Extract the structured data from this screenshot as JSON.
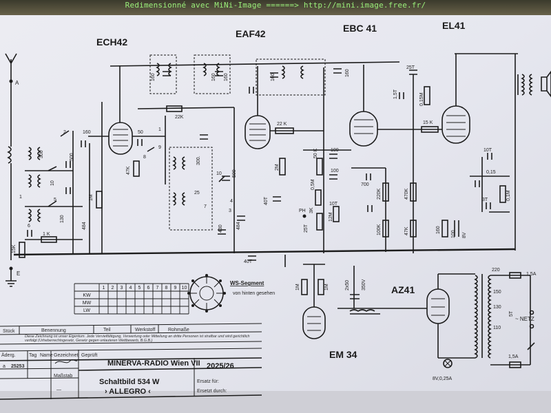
{
  "watermark": "Redimensionné avec MiNi-Image ======> http://mini.image.free.fr/",
  "tubes": {
    "ech42": "ECH42",
    "eaf42": "EAF42",
    "ebc41": "EBC 41",
    "el41": "EL41",
    "em34": "EM 34",
    "az41": "AZ41"
  },
  "labels": {
    "antenna": "A",
    "earth": "E",
    "netz": "~ NETZ",
    "ws_segment": "WS-Segment",
    "ws_note": "von hinten gesehen",
    "fuse1": "1,5A",
    "fuse2": "1,5A",
    "pilot": "8V,0,25A",
    "ph": "PH"
  },
  "components": {
    "c160a": "160",
    "c50": "50",
    "c160b": "160",
    "c160c": "160",
    "c160d": "160",
    "c160e": "160",
    "c160f": "160",
    "r22k_a": "22K",
    "r22k_b": "22 K",
    "r47k": "47K",
    "c300a": "300",
    "c300b": "300.",
    "c500a": "500",
    "c500b": "500",
    "c10": "10",
    "c130": "130",
    "r1k": "1 K",
    "r15k": "15K",
    "r1m": "1M",
    "r2m": "2M",
    "c484a": "484",
    "c484b": "484",
    "c430": "430",
    "c40t": "40T",
    "c40t2": "40T",
    "c25": "25",
    "r50k": "50 K",
    "c100a": "100",
    "c100b": "100",
    "r05m": "0,5M",
    "r3k": "3K",
    "c25t": "25T",
    "c10t": "10T",
    "r12m": "12M",
    "c700": "700",
    "r220k": "220K",
    "r100k": "100K",
    "r470k": "470K",
    "r47k2": "47K",
    "c25t2": "25T",
    "c15t": "1,5T",
    "r015m": "0,15M",
    "r15k2": "15 K",
    "c10t2": "10T",
    "c015": "0,15",
    "c3t": "3T",
    "r01m": "0,1M",
    "r160": "160",
    "c100c": "100",
    "c8v": "8V",
    "c2x50": "2x50",
    "v350": "350V",
    "r1m_a": "1M",
    "r1m_b": "1M",
    "t220": "220",
    "t150": "150",
    "t130": "130",
    "t110": "110",
    "t5t": "5T",
    "n1": "1",
    "n2": "2",
    "n3": "3",
    "n4": "4",
    "n5": "5",
    "n6": "6",
    "n7": "7",
    "n8": "8",
    "n9": "9",
    "n10": "10"
  },
  "switch_table": {
    "columns": [
      "1",
      "2",
      "3",
      "4",
      "5",
      "6",
      "7",
      "8",
      "9",
      "10"
    ],
    "rows": [
      "KW",
      "MW",
      "LW"
    ]
  },
  "title_block": {
    "stueck": "Stück",
    "benennung": "Benennung",
    "teil": "Teil",
    "werkstoff": "Werkstoff",
    "rohmasse": "Rohmaße",
    "copyright": "Diese Zeichnung ist unser Eigentum. Jede Vervielfältigung, Verwertung oder Mitteilung an dritte Personen ist strafbar und wird gerichtlich verfolgt (Urheberrechtsgesetz, Gesetz gegen unlauteren Wettbewerb, B.G.B.)",
    "col_aend": "Äderg.",
    "col_tag": "Tag",
    "col_name": "Name",
    "col_gezeichnet": "Gezeichnet",
    "col_geprueft": "Geprüft",
    "number": "25253",
    "mark": "a",
    "company": "MINERVA-RADIO Wien VII",
    "drawing_no": "2025/26",
    "mabstab": "Maßstab",
    "dash": "—",
    "schaltbild": "Schaltbild 534 W",
    "model": "› ALLEGRO ‹",
    "ersatz_fuer": "Ersatz für:",
    "ersetzt_durch": "Ersetzt durch:"
  }
}
